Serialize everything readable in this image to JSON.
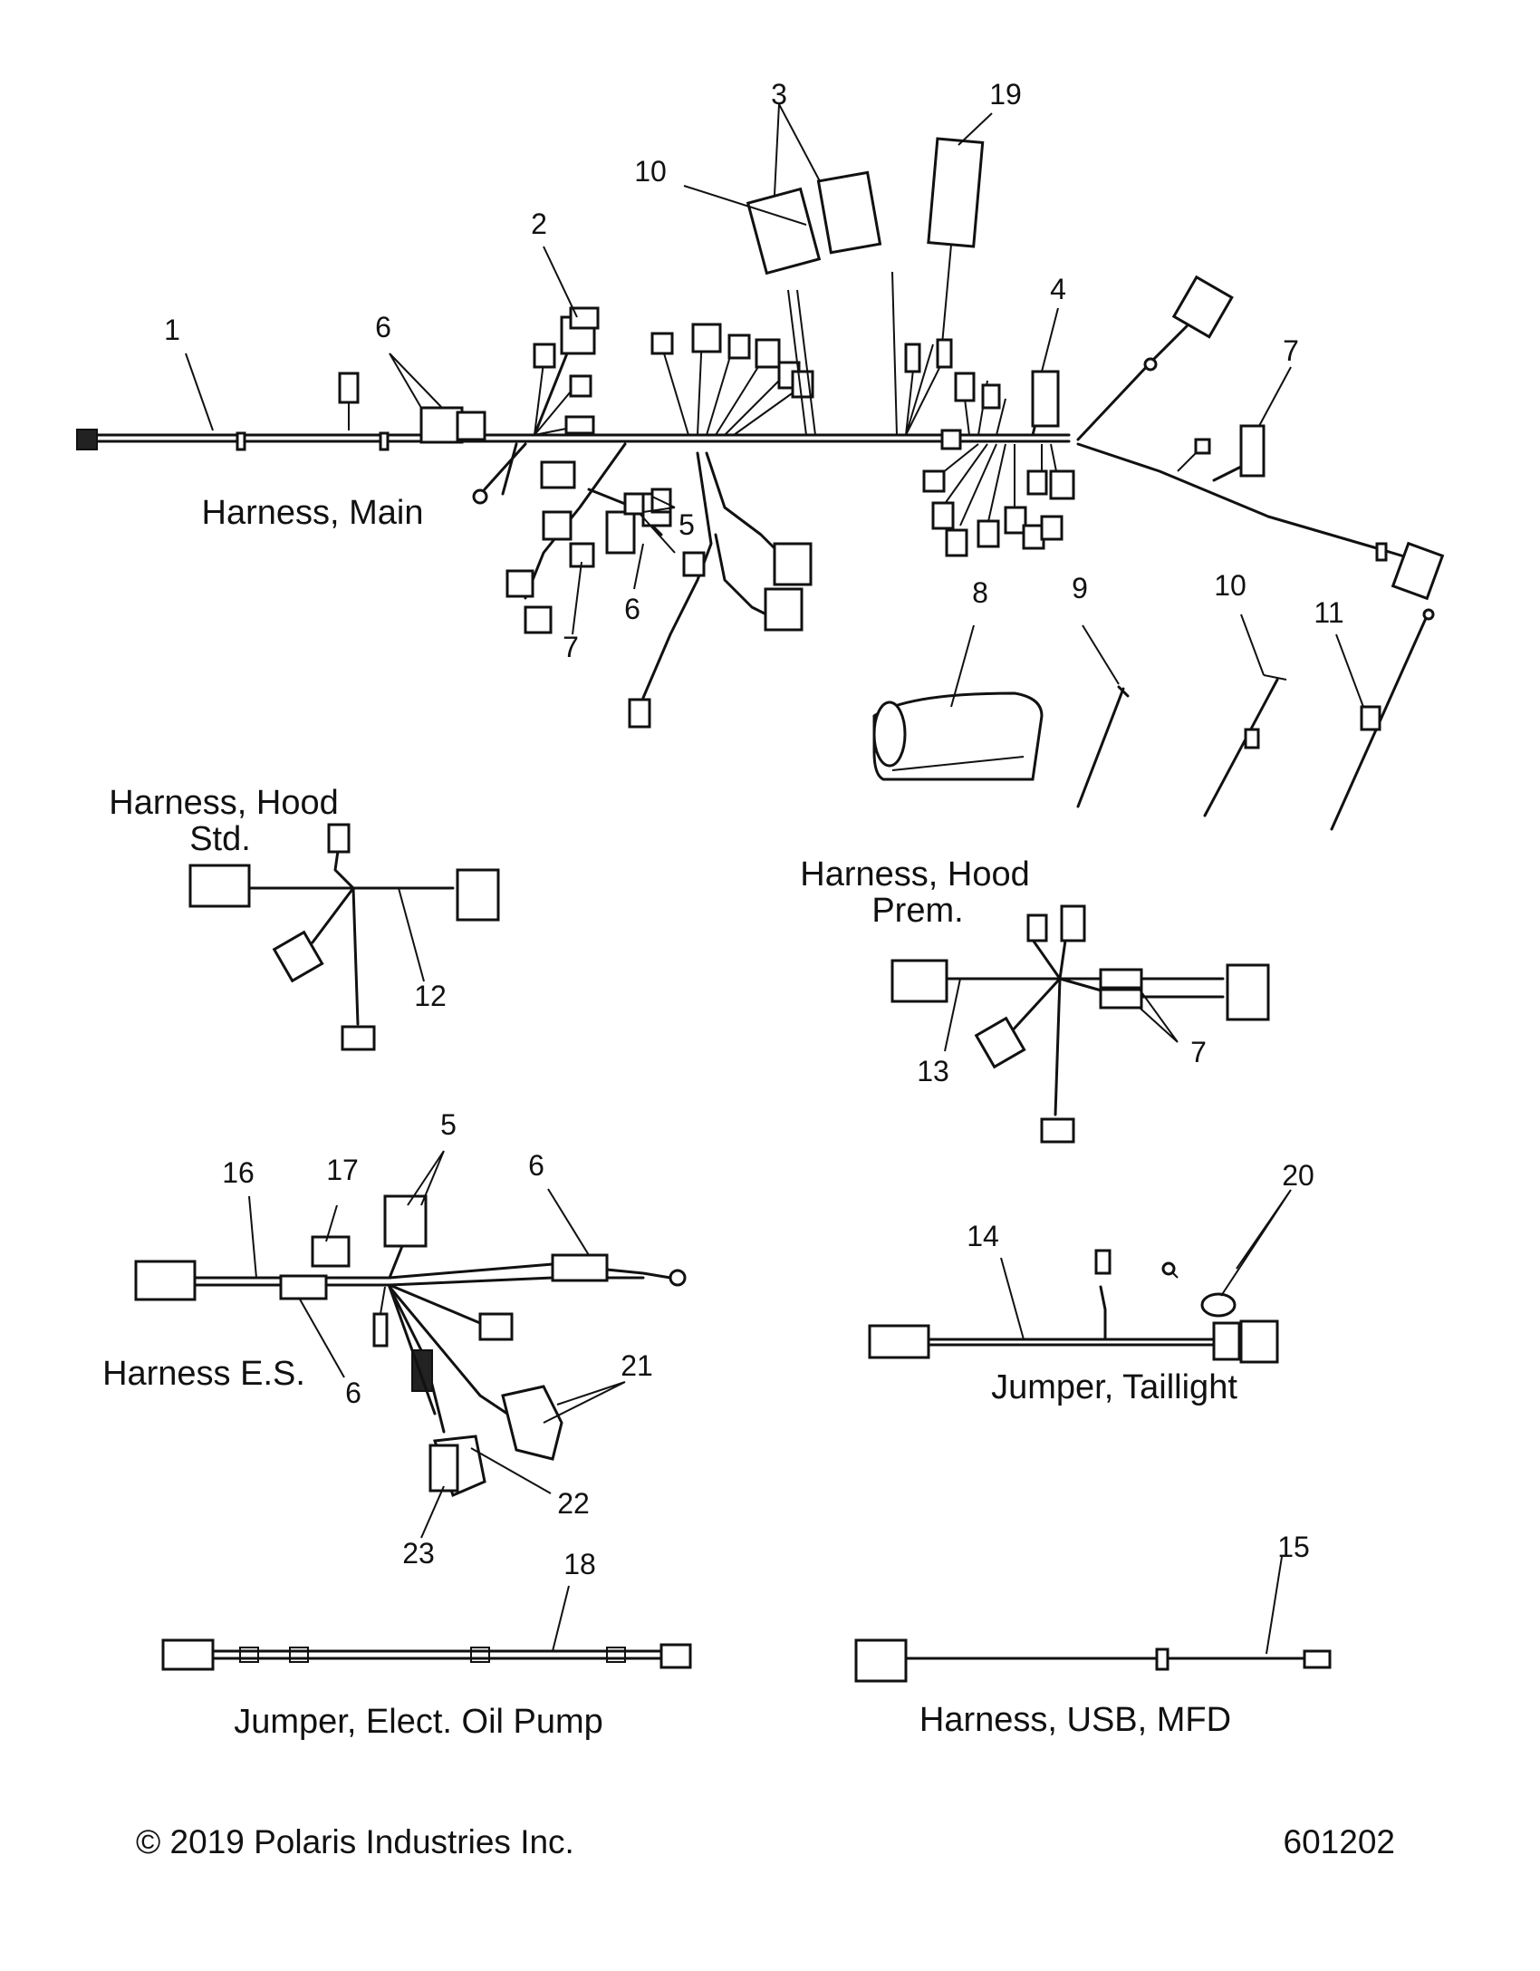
{
  "callouts": {
    "c1": "1",
    "c2": "2",
    "c3": "3",
    "c4": "4",
    "c5a": "5",
    "c6a": "6",
    "c6b": "6",
    "c7a": "7",
    "c7b": "7",
    "c8": "8",
    "c9": "9",
    "c10a": "10",
    "c10b": "10",
    "c11": "11",
    "c12": "12",
    "c13": "13",
    "c7c": "7",
    "c16": "16",
    "c17": "17",
    "c5b": "5",
    "c6c": "6",
    "c6d": "6",
    "c21": "21",
    "c22": "22",
    "c23": "23",
    "c14": "14",
    "c20": "20",
    "c18": "18",
    "c15": "15",
    "c19": "19"
  },
  "labels": {
    "harness_main": "Harness, Main",
    "harness_hood_std_line1": "Harness, Hood",
    "harness_hood_std_line2": "Std.",
    "harness_hood_prem_line1": "Harness, Hood",
    "harness_hood_prem_line2": "Prem.",
    "harness_es": "Harness E.S.",
    "jumper_taillight": "Jumper, Taillight",
    "jumper_oil_pump": "Jumper, Elect. Oil Pump",
    "harness_usb": "Harness, USB, MFD"
  },
  "footer": {
    "copyright": "© 2019 Polaris Industries Inc.",
    "figure_id": "601202"
  }
}
